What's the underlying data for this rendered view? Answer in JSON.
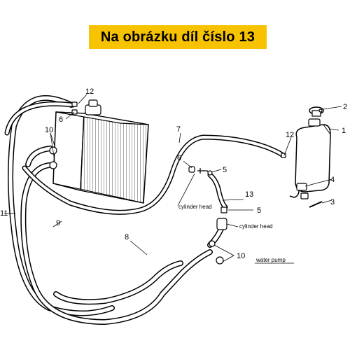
{
  "banner": {
    "title": "Na obrázku díl číslo 13",
    "color": "#f7c300"
  },
  "callouts": {
    "c1": "1",
    "c2": "2",
    "c3": "3",
    "c4": "4",
    "c5a": "5",
    "c5b": "5",
    "c6a": "6",
    "c6b": "6",
    "c7": "7",
    "c8": "8",
    "c9": "9",
    "c10a": "10",
    "c10b": "10",
    "c11": "11",
    "c12a": "12",
    "c12b": "12",
    "c13": "13"
  },
  "labels": {
    "cylinder_head_left": "cylinder head",
    "cylinder_head_right": "cylinder head",
    "water_pump": "water pump"
  }
}
